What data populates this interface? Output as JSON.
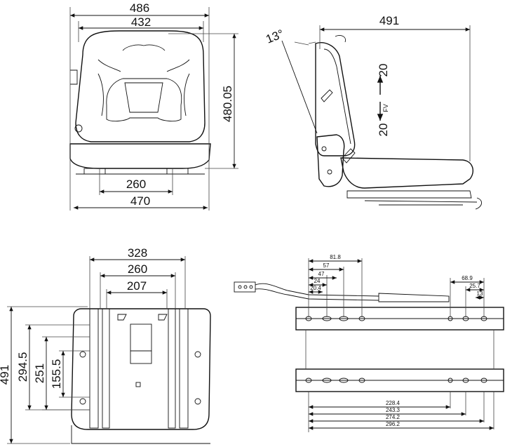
{
  "front_view": {
    "top_outer_width": "486",
    "top_inner_width": "432",
    "height": "480.05",
    "rail_spacing": "260",
    "base_width": "470"
  },
  "side_view": {
    "depth": "491",
    "backrest_angle": "13°",
    "adjust_forward": "20",
    "adjust_back": "20",
    "direction_label": "FV"
  },
  "bottom_view": {
    "width_328": "328",
    "width_260": "260",
    "width_207": "207",
    "height_491": "491",
    "height_294_5": "294.5",
    "height_251": "251",
    "height_155_5": "155.5"
  },
  "rail_view": {
    "top_labels": [
      "81.8",
      "57",
      "47",
      "24",
      "20.4"
    ],
    "right_labels": [
      "68.9",
      "25.7",
      "13"
    ],
    "bottom_labels": [
      "228.4",
      "243.3",
      "274.2",
      "296.2"
    ]
  }
}
